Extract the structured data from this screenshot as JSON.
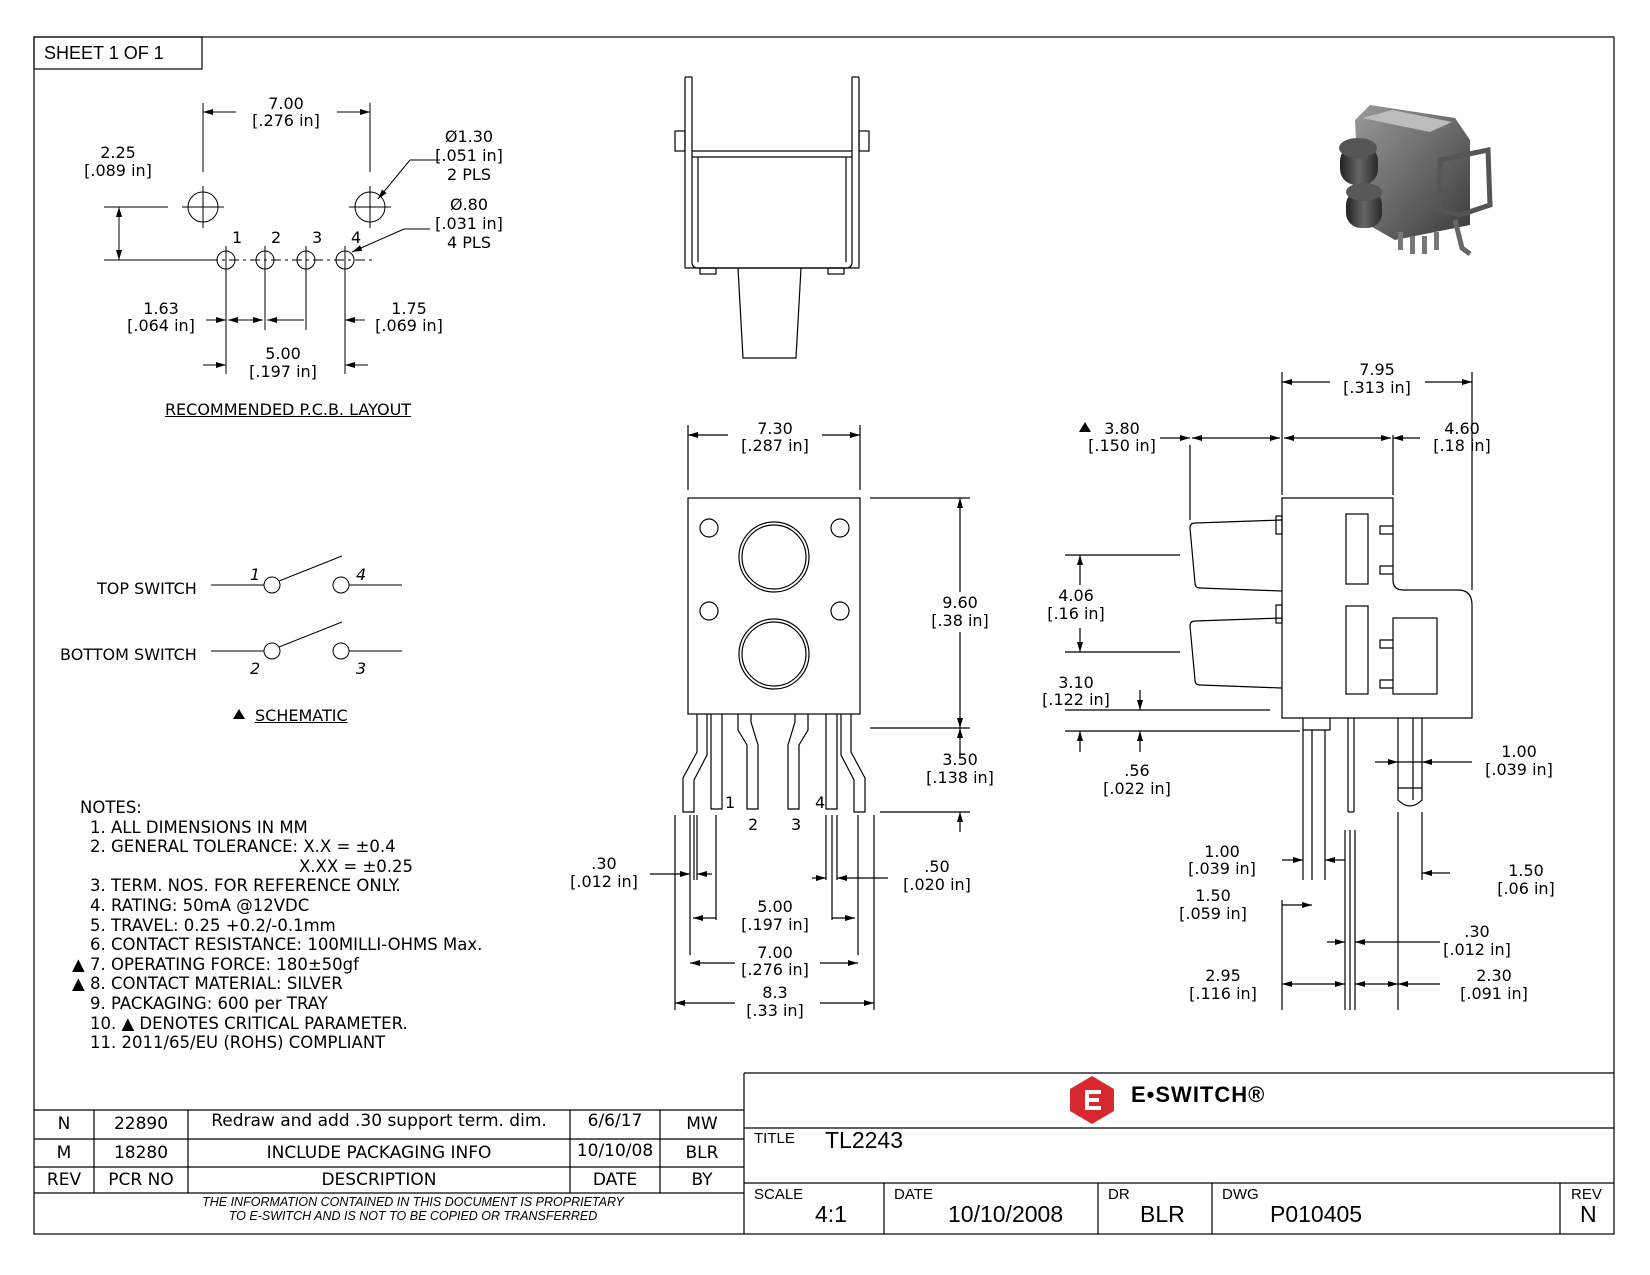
{
  "sheet": "SHEET 1 OF 1",
  "pcb": {
    "title": "RECOMMENDED P.C.B. LAYOUT",
    "d1": "7.00",
    "d1in": "[.276 in]",
    "d2": "2.25",
    "d2in": "[.089 in]",
    "d3": "Ø1.30",
    "d3in": "[.051 in]",
    "d3n": "2 PLS",
    "d4": "Ø.80",
    "d4in": "[.031 in]",
    "d4n": "4 PLS",
    "d5": "1.63",
    "d5in": "[.064 in]",
    "d6": "1.75",
    "d6in": "[.069 in]",
    "d7": "5.00",
    "d7in": "[.197 in]",
    "pins": [
      "1",
      "2",
      "3",
      "4"
    ]
  },
  "schematic": {
    "title": "SCHEMATIC",
    "top": "TOP SWITCH",
    "bottom": "BOTTOM SWITCH",
    "t1": "1",
    "t4": "4",
    "t2": "2",
    "t3": "3"
  },
  "front": {
    "w": "7.30",
    "win": "[.287 in]",
    "h": "9.60",
    "hin": "[.38 in]",
    "l": "3.50",
    "lin": "[.138 in]",
    "s30": ".30",
    "s30in": "[.012 in]",
    "s50": ".50",
    "s50in": "[.020 in]",
    "p5": "5.00",
    "p5in": "[.197 in]",
    "p7": "7.00",
    "p7in": "[.276 in]",
    "p83": "8.3",
    "p83in": "[.33 in]",
    "pins": [
      "1",
      "2",
      "3",
      "4"
    ]
  },
  "side": {
    "a": "7.95",
    "ain": "[.313 in]",
    "b": "3.80",
    "bin": "[.150 in]",
    "c": "4.60",
    "cin": "[.18 in]",
    "d": "4.06",
    "din": "[.16 in]",
    "e": "3.10",
    "ein": "[.122 in]",
    "f": ".56",
    "fin": "[.022 in]",
    "g": "1.00",
    "gin": "[.039 in]",
    "h": "1.00",
    "hin": "[.039 in]",
    "i": "1.50",
    "iin": "[.059 in]",
    "j": "1.50",
    "jin": "[.06 in]",
    "k": ".30",
    "kin": "[.012 in]",
    "l": "2.95",
    "lin": "[.116 in]",
    "m": "2.30",
    "min": "[.091 in]"
  },
  "notes": {
    "head": "NOTES:",
    "items": [
      "1. ALL DIMENSIONS IN MM",
      "2. GENERAL TOLERANCE: X.X = ±0.4",
      "X.XX = ±0.25",
      "3. TERM. NOS. FOR REFERENCE ONLY.",
      "4. RATING: 50mA @12VDC",
      "5. TRAVEL: 0.25 +0.2/-0.1mm",
      "6. CONTACT RESISTANCE: 100MILLI-OHMS Max.",
      "7. OPERATING FORCE: 180±50gf",
      "8. CONTACT MATERIAL: SILVER",
      "9. PACKAGING: 600 per TRAY",
      "10. ▲ DENOTES CRITICAL PARAMETER.",
      "11. 2011/65/EU (ROHS) COMPLIANT"
    ]
  },
  "revs": [
    {
      "rev": "N",
      "pcr": "22890",
      "desc": "Redraw and add .30 support term. dim.",
      "date": "6/6/17",
      "by": "MW"
    },
    {
      "rev": "M",
      "pcr": "18280",
      "desc": "INCLUDE PACKAGING INFO",
      "date": "10/10/08",
      "by": "BLR"
    }
  ],
  "revhead": {
    "rev": "REV",
    "pcr": "PCR NO",
    "desc": "DESCRIPTION",
    "date": "DATE",
    "by": "BY"
  },
  "prop1": "THE INFORMATION CONTAINED IN THIS DOCUMENT IS PROPRIETARY",
  "prop2": "TO E-SWITCH AND IS NOT TO BE COPIED OR TRANSFERRED",
  "brand": "E•SWITCH®",
  "tb": {
    "title_l": "TITLE",
    "title": "TL2243",
    "scale_l": "SCALE",
    "scale": "4:1",
    "date_l": "DATE",
    "date": "10/10/2008",
    "dr_l": "DR",
    "dr": "BLR",
    "dwg_l": "DWG",
    "dwg": "P010405",
    "rev_l": "REV",
    "rev": "N"
  },
  "colors": {
    "logo": "#d7282f",
    "ink": "#000000"
  }
}
